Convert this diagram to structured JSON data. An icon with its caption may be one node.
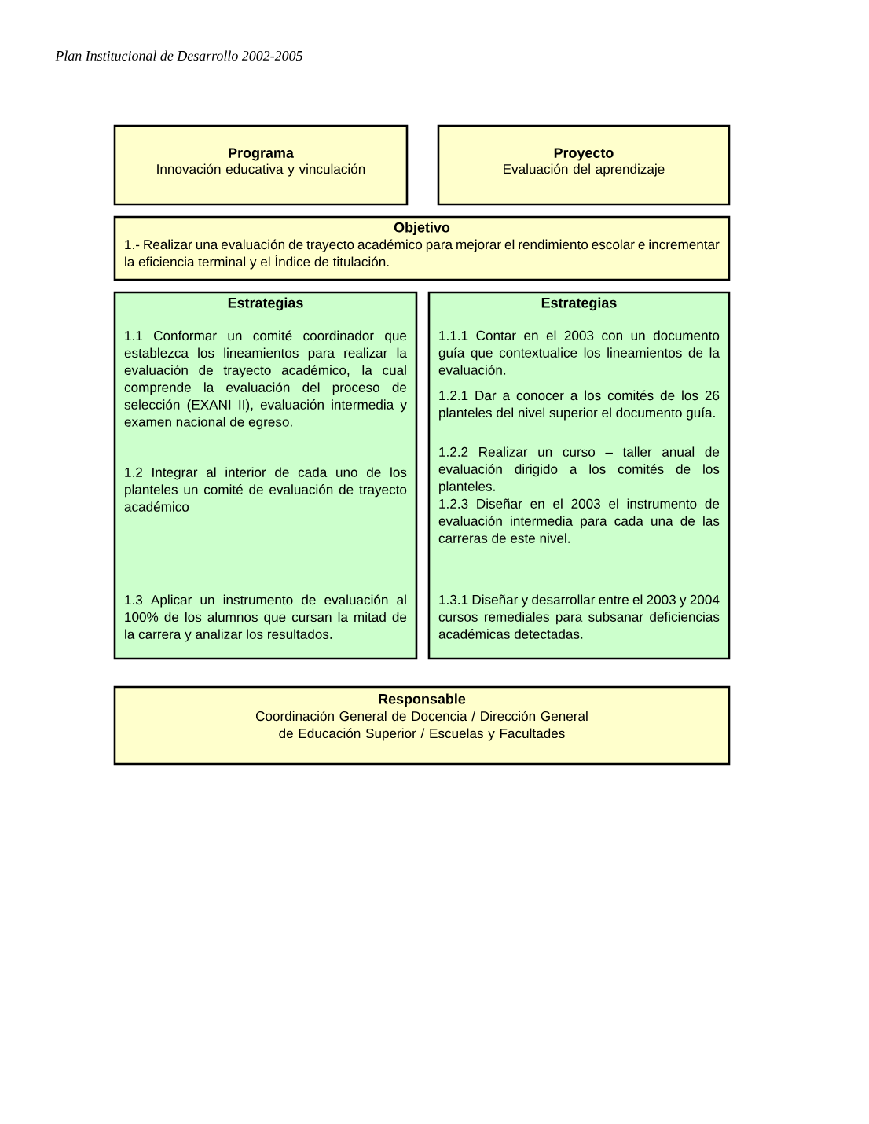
{
  "diagram": {
    "nodes": [
      {
        "text": [
          "Programa",
          "Innovación educativa y vinculación"
        ]
      },
      {
        "text": [
          "Proyecto",
          "Evaluación del aprendizaje"
        ]
      },
      {
        "text": [
          "Objetivo",
          "1.- Realizar una evaluación de trayecto académico para mejorar el rendimiento escolar e incrementar la eficiencia terminal y el Índice de titulación."
        ]
      },
      {
        "text": [
          "Estrategias",
          "1.1 Conformar un comité coordinador que establezca los lineamientos para realizar la evaluación de trayecto académico, la cual comprende la evaluación del proceso de selección (EXANI II), evaluación intermedia y examen nacional de egreso.",
          "1.2 Integrar al interior de cada uno de los planteles un comité de evaluación de trayecto académico",
          "1.3 Aplicar un instrumento de evaluación al 100% de los alumnos que cursan la mitad de la carrera y analizar los resultados."
        ]
      },
      {
        "text": [
          "Estrategias",
          "1.1.1 Contar en el 2003 con un documento guía que contextualice los lineamientos de la evaluación.",
          "1.2.1 Dar a conocer a los comités de los 26 planteles del nivel superior el documento guía.",
          "1.2.2 Realizar un curso – taller anual de evaluación dirigido a los comités de los planteles.",
          "1.2.3 Diseñar en el 2003 el instrumento de evaluación intermedia para cada una de las carreras de este nivel.",
          "1.3.1 Diseñar y desarrollar entre el 2003 y 2004 cursos remediales para subsanar deficiencias académicas detectadas."
        ]
      },
      {
        "text": [
          "Responsable",
          "Coordinación General de Docencia / Dirección General de Educación Superior / Escuelas y Facultades"
        ]
      }
    ],
    "labels": [
      "Plan Institucional de Desarrollo 2002-2005"
    ]
  }
}
